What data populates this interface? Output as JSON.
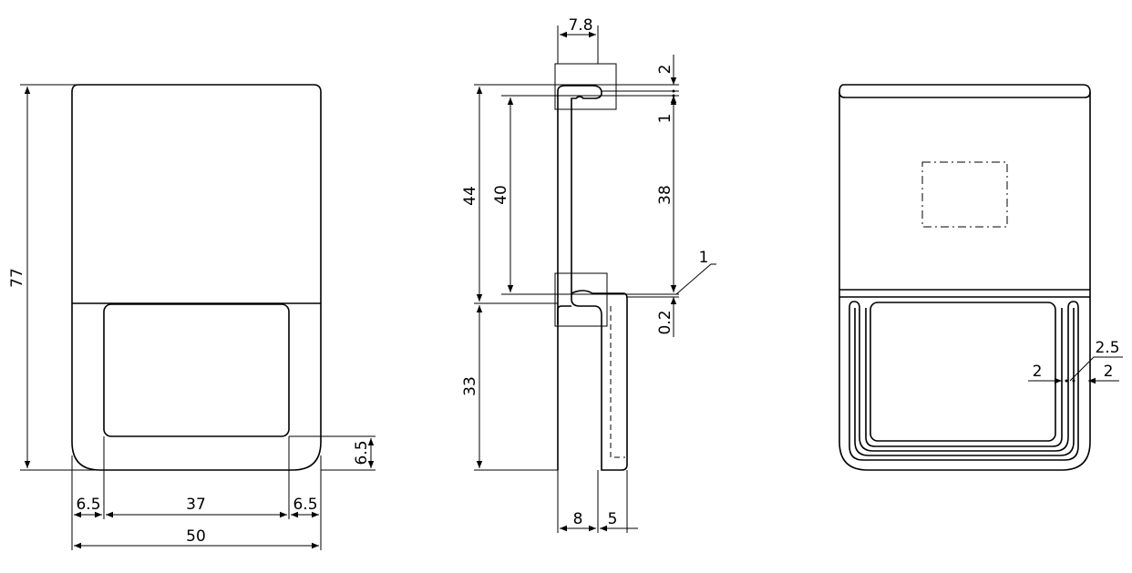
{
  "front_view": {
    "dim_height": "77",
    "dim_width": "50",
    "dim_left_margin": "6.5",
    "dim_window_width": "37",
    "dim_right_margin": "6.5",
    "dim_bottom_margin": "6.5"
  },
  "side_view": {
    "dim_top_depth": "7.8",
    "dim_upper_total": "44",
    "dim_inner": "40",
    "dim_lower": "33",
    "dim_gap_top": "2",
    "dim_gap_one": "1",
    "dim_span": "38",
    "dim_leader_one": "1",
    "dim_thickness": "0.2",
    "dim_base_depth": "8",
    "dim_pocket_depth": "5"
  },
  "rear_view": {
    "dim_slot": "2.5",
    "dim_wall_left": "2",
    "dim_wall_right": "2"
  }
}
